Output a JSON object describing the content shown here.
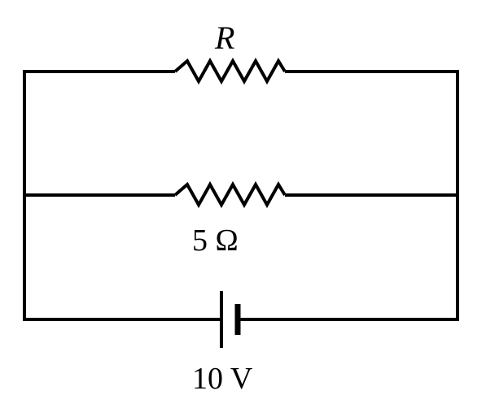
{
  "labels": {
    "top_resistor": "R",
    "middle_resistor": "5 Ω",
    "battery": "10 V"
  },
  "colors": {
    "line": "#000000",
    "background": "#ffffff"
  }
}
